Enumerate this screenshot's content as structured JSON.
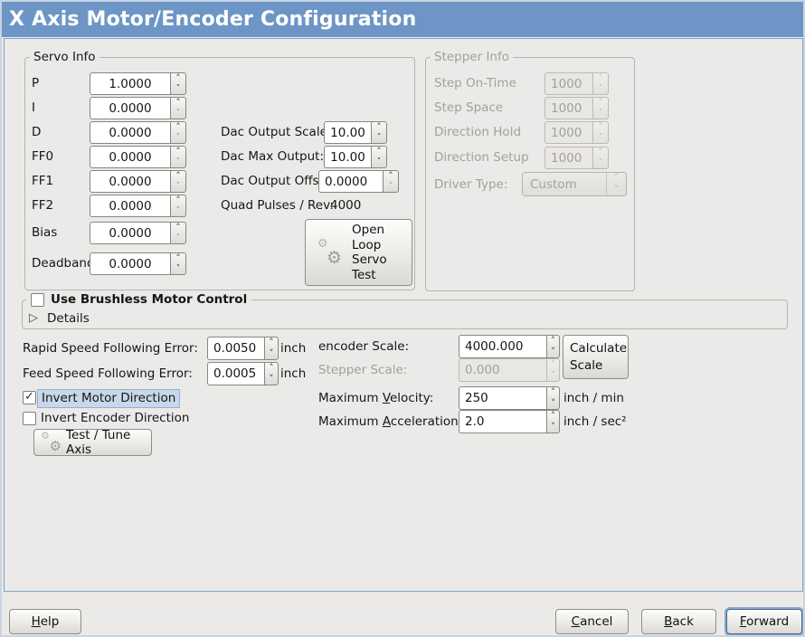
{
  "window": {
    "title": "X Axis Motor/Encoder Configuration"
  },
  "icons": {
    "gear": "⚙",
    "expander": "▷",
    "check": "✓",
    "spin_up": "˄",
    "spin_down": "˅"
  },
  "colors": {
    "titlebar": "#6d96c6",
    "focus_ring": "#87a7cd",
    "selection_highlight": "#c8d7ea"
  },
  "servo_info": {
    "title": "Servo Info",
    "params": [
      {
        "label": "P",
        "value": "1.0000"
      },
      {
        "label": "I",
        "value": "0.0000"
      },
      {
        "label": "D",
        "value": "0.0000"
      },
      {
        "label": "FF0",
        "value": "0.0000"
      },
      {
        "label": "FF1",
        "value": "0.0000"
      },
      {
        "label": "FF2",
        "value": "0.0000"
      },
      {
        "label": "Bias",
        "value": "0.0000"
      },
      {
        "label": "Deadband",
        "value": "0.0000"
      }
    ],
    "dac_scale": {
      "label": "Dac Output Scale:",
      "value": "10.00"
    },
    "dac_max": {
      "label": "Dac Max Output:",
      "value": "10.00"
    },
    "dac_offset": {
      "label": "Dac Output Offset:",
      "value": "0.0000"
    },
    "quad_pulses": {
      "label": "Quad Pulses / Rev:",
      "value": "4000"
    },
    "open_loop_test_lines": [
      "Open",
      "Loop",
      "Servo",
      "Test"
    ]
  },
  "stepper_info": {
    "title": "Stepper Info",
    "params": [
      {
        "label": "Step On-Time",
        "value": "1000"
      },
      {
        "label": "Step Space",
        "value": "1000"
      },
      {
        "label": "Direction Hold",
        "value": "1000"
      },
      {
        "label": "Direction Setup",
        "value": "1000"
      }
    ],
    "driver_type": {
      "label": "Driver Type:",
      "value": "Custom"
    }
  },
  "brushless": {
    "checkbox_label": "Use Brushless Motor Control",
    "checked": false,
    "details_label": "Details"
  },
  "errors": {
    "rapid": {
      "label": "Rapid Speed Following Error:",
      "value": "0.0050",
      "unit": "inch"
    },
    "feed": {
      "label": "Feed Speed Following Error:",
      "value": "0.0005",
      "unit": "inch"
    }
  },
  "scaling": {
    "encoder": {
      "label": "encoder Scale:",
      "value": "4000.000"
    },
    "stepper": {
      "label": "Stepper Scale:",
      "value": "0.000"
    },
    "calculate_button": "Calculate Scale",
    "velocity": {
      "pre": "Maximum ",
      "mn": "V",
      "post": "elocity:",
      "value": "250",
      "unit": "inch / min"
    },
    "acceleration": {
      "pre": "Maximum ",
      "mn": "A",
      "post": "cceleration:",
      "value": "2.0",
      "unit": "inch / sec²"
    }
  },
  "options": {
    "invert_motor": {
      "label": "Invert Motor Direction",
      "checked": true
    },
    "invert_encoder": {
      "label": "Invert Encoder Direction",
      "checked": false
    },
    "test_tune_button": "Test / Tune Axis"
  },
  "footer": {
    "help": {
      "mn": "H",
      "post": "elp"
    },
    "cancel": {
      "mn": "C",
      "post": "ancel"
    },
    "back": {
      "mn": "B",
      "post": "ack"
    },
    "forward": {
      "mn": "F",
      "post": "orward"
    }
  }
}
